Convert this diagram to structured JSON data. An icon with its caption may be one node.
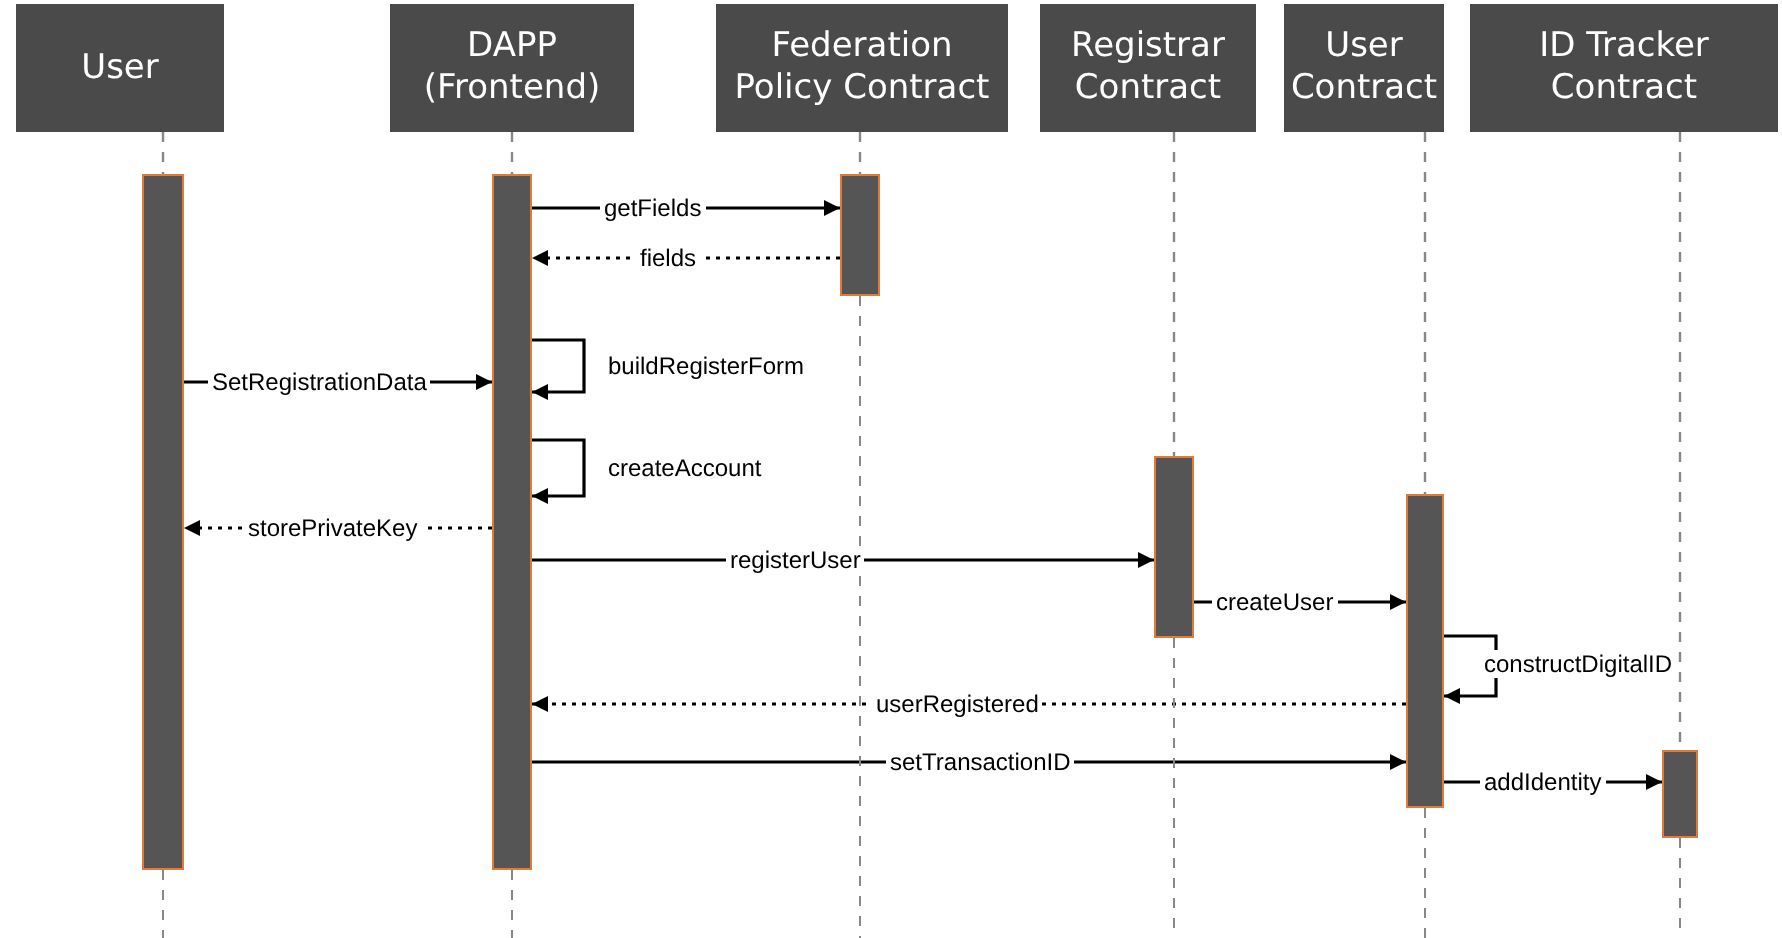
{
  "diagram": {
    "nodes": [
      {
        "text": [
          "User"
        ]
      },
      {
        "text": [
          "DAPP (Frontend)"
        ]
      },
      {
        "text": [
          "Federation Policy Contract"
        ]
      },
      {
        "text": [
          "Registrar Contract"
        ]
      },
      {
        "text": [
          "User Contract"
        ]
      },
      {
        "text": [
          "ID Tracker Contract"
        ]
      },
      {
        "text": [],
        "shape": "bar"
      },
      {
        "text": [],
        "shape": "bar"
      },
      {
        "text": [],
        "shape": "bar"
      },
      {
        "text": [],
        "shape": "bar"
      },
      {
        "text": [],
        "shape": "bar"
      },
      {
        "text": [],
        "shape": "bar"
      }
    ],
    "edges": [
      {
        "from": 7,
        "to": 8,
        "arrow": "to",
        "label": "getFields"
      },
      {
        "from": 8,
        "to": 7,
        "arrow": "to",
        "label": "fields",
        "style": "dashed"
      },
      {
        "from": 6,
        "to": 7,
        "arrow": "to",
        "label": "SetRegistrationData"
      },
      {
        "from": 7,
        "to": 7,
        "arrow": "to",
        "label": "buildRegisterForm"
      },
      {
        "from": 7,
        "to": 7,
        "arrow": "to",
        "label": "createAccount"
      },
      {
        "from": 7,
        "to": 6,
        "arrow": "to",
        "label": "storePrivateKey",
        "style": "dashed"
      },
      {
        "from": 7,
        "to": 9,
        "arrow": "to",
        "label": "registerUser"
      },
      {
        "from": 9,
        "to": 10,
        "arrow": "to",
        "label": "createUser"
      },
      {
        "from": 10,
        "to": 10,
        "arrow": "to",
        "label": "constructDigitalID"
      },
      {
        "from": 10,
        "to": 7,
        "arrow": "to",
        "label": "userRegistered",
        "style": "dashed"
      },
      {
        "from": 7,
        "to": 10,
        "arrow": "to",
        "label": "setTransactionID"
      },
      {
        "from": 10,
        "to": 11,
        "arrow": "to",
        "label": "addIdentity"
      },
      {
        "from": 0,
        "to": 6,
        "arrow": "none",
        "style": "dashed",
        "color": "#888888"
      },
      {
        "from": 1,
        "to": 7,
        "arrow": "none",
        "style": "dashed",
        "color": "#888888"
      },
      {
        "from": 2,
        "to": 8,
        "arrow": "none",
        "style": "dashed",
        "color": "#888888"
      },
      {
        "from": 3,
        "to": 9,
        "arrow": "none",
        "style": "dashed",
        "color": "#888888"
      },
      {
        "from": 4,
        "to": 10,
        "arrow": "none",
        "style": "dashed",
        "color": "#888888"
      },
      {
        "from": 5,
        "to": 11,
        "arrow": "none",
        "style": "dashed",
        "color": "#888888"
      }
    ]
  }
}
